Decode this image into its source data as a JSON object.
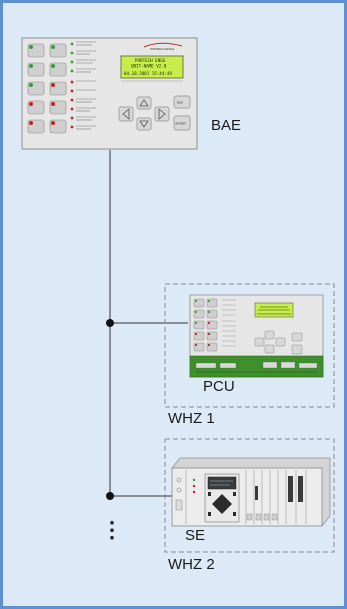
{
  "colors": {
    "background": "#dce9f7",
    "border": "#5f8fd0",
    "line": "#333333",
    "panel": "#e6e6e6",
    "lcd": "#c6ed4a",
    "pcb": "#3f8f2c"
  },
  "bae": {
    "label": "BAE",
    "lcd_line1": "PORTECH ENGG",
    "lcd_line2": "UNIT-NAME V2.0",
    "lcd_line3": "04.10.2001  15:44:49",
    "brand": "PORTECH ENGG",
    "esc_label": "ESC",
    "enter_label": "ENTER"
  },
  "whz1": {
    "label": "WHZ 1",
    "device_label": "PCU"
  },
  "whz2": {
    "label": "WHZ 2",
    "device_label": "SE"
  },
  "ellipsis": "⋮"
}
